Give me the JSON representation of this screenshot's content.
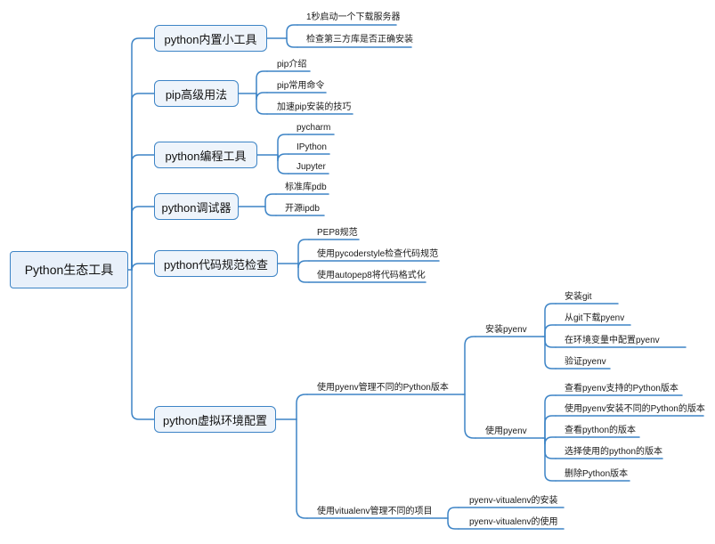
{
  "mindmap": {
    "root": "Python生态工具",
    "branches": [
      {
        "label": "python内置小工具",
        "children": [
          "1秒启动一个下载服务器",
          "检查第三方库是否正确安装"
        ]
      },
      {
        "label": "pip高级用法",
        "children": [
          "pip介绍",
          "pip常用命令",
          "加速pip安装的技巧"
        ]
      },
      {
        "label": "python编程工具",
        "children": [
          "pycharm",
          "IPython",
          "Jupyter"
        ]
      },
      {
        "label": "python调试器",
        "children": [
          "标准库pdb",
          "开源ipdb"
        ]
      },
      {
        "label": "python代码规范检查",
        "children": [
          "PEP8规范",
          "使用pycoderstyle检查代码规范",
          "使用autopep8将代码格式化"
        ]
      },
      {
        "label": "python虚拟环境配置",
        "children": [
          {
            "label": "使用pyenv管理不同的Python版本",
            "children": [
              {
                "label": "安装pyenv",
                "children": [
                  "安装git",
                  "从git下载pyenv",
                  "在环境变量中配置pyenv",
                  "验证pyenv"
                ]
              },
              {
                "label": "使用pyenv",
                "children": [
                  "查看pyenv支持的Python版本",
                  "使用pyenv安装不同的Python的版本",
                  "查看python的版本",
                  "选择使用的python的版本",
                  "删除Python版本"
                ]
              }
            ]
          },
          {
            "label": "使用vitualenv管理不同的项目",
            "children": [
              "pyenv-vitualenv的安装",
              "pyenv-vitualenv的使用"
            ]
          }
        ]
      }
    ]
  }
}
